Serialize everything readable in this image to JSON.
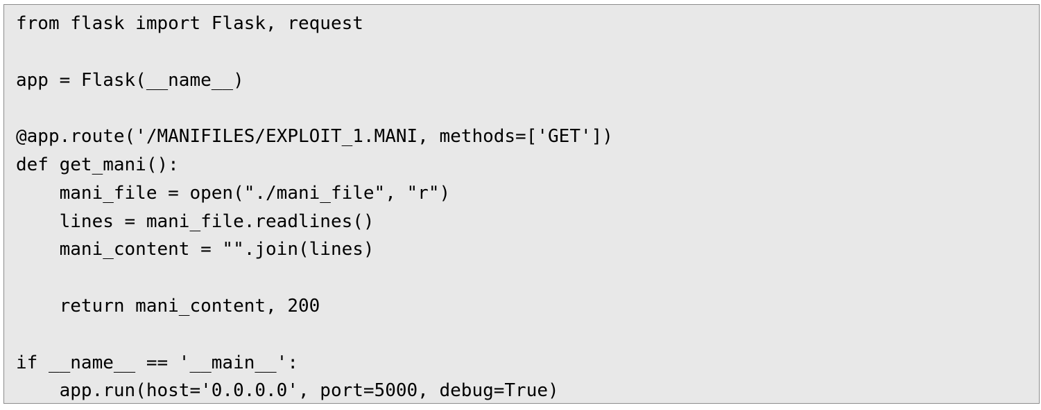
{
  "code": {
    "lines": [
      "from flask import Flask, request",
      "",
      "app = Flask(__name__)",
      "",
      "@app.route('/MANIFILES/EXPLOIT_1.MANI, methods=['GET'])",
      "def get_mani():",
      "    mani_file = open(\"./mani_file\", \"r\")",
      "    lines = mani_file.readlines()",
      "    mani_content = \"\".join(lines)",
      "",
      "    return mani_content, 200",
      "",
      "if __name__ == '__main__':",
      "    app.run(host='0.0.0.0', port=5000, debug=True)"
    ]
  }
}
